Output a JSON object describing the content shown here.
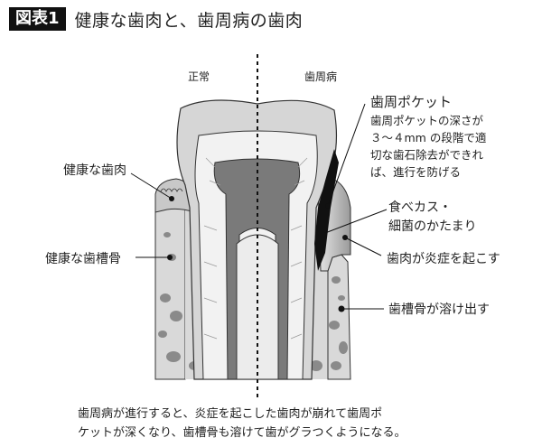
{
  "header": {
    "badge": "図表1",
    "title": "健康な歯肉と、歯周病の歯肉"
  },
  "diagram": {
    "side_labels": {
      "left": "正常",
      "right": "歯周病"
    },
    "left_callouts": [
      {
        "label": "健康な歯肉"
      },
      {
        "label": "健康な歯槽骨"
      }
    ],
    "right_callouts": [
      {
        "label": "歯周ポケット",
        "note_lines": [
          "歯周ポケットの深さが",
          "３～４mm の段階で適",
          "切な歯石除去ができれ",
          "ば、進行を防げる"
        ]
      },
      {
        "label_lines": [
          "食べカス・",
          "細菌のかたまり"
        ]
      },
      {
        "label": "歯肉が炎症を起こす"
      },
      {
        "label": "歯槽骨が溶け出す"
      }
    ],
    "colors": {
      "enamel": "#d6d6d6",
      "dentin": "#f2f2f2",
      "pulp": "#7a7a7a",
      "bone": "#d9d9d9",
      "bone_spots": "#8a8a8a",
      "gum": "#bdbdbd",
      "plaque": "#111111",
      "outline": "#333333"
    }
  },
  "caption": {
    "lines": [
      "歯周病が進行すると、炎症を起こした歯肉が崩れて歯周ポ",
      "ケットが深くなり、歯槽骨も溶けて歯がグラつくようになる。"
    ]
  }
}
